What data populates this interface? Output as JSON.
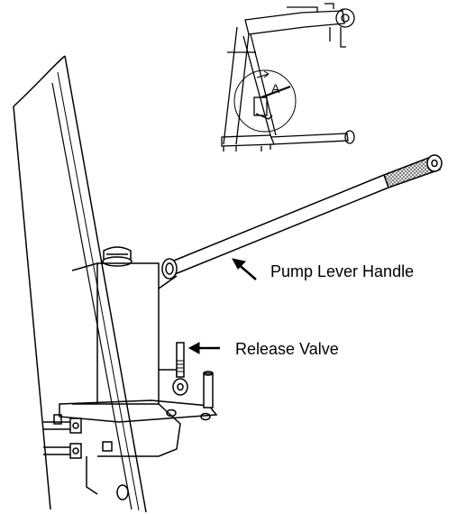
{
  "labels": {
    "pump_lever_handle": "Pump Lever Handle",
    "release_valve": "Release Valve",
    "detail_marker": "A"
  },
  "colors": {
    "line": "#000000",
    "background": "#ffffff",
    "knurl": "#555555"
  }
}
